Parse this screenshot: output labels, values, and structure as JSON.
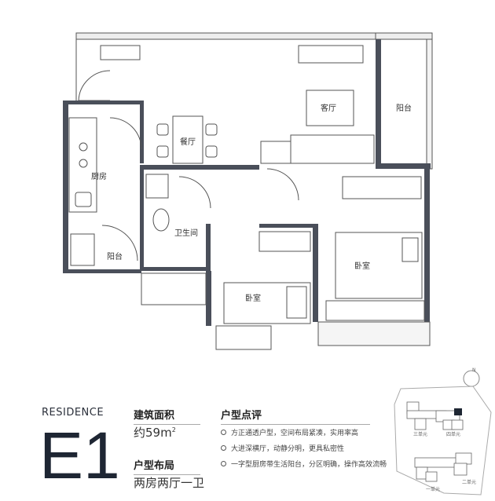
{
  "rooms": {
    "living": "客厅",
    "balcony_main": "阳台",
    "dining": "餐厅",
    "kitchen": "厨房",
    "bathroom": "卫生间",
    "balcony_kitchen": "阳台",
    "bedroom_master": "卧室",
    "bedroom_second": "卧室"
  },
  "residence_label": "RESIDENCE",
  "unit_code": "E1",
  "area": {
    "title": "建筑面积",
    "value": "约59m",
    "sup": "2"
  },
  "layout": {
    "title": "户型布局",
    "value": "两房两厅一卫"
  },
  "review": {
    "title": "户型点评",
    "points": [
      "方正通透户型，空间布局紧凑，实用率高",
      "大进深横厅，动静分明，更具私密性",
      "一字型厨房带生活阳台，分区明确，操作高效流畅"
    ]
  },
  "site_plan": {
    "north": "N",
    "units": [
      "三单元",
      "四单元",
      "一单元",
      "二单元"
    ]
  },
  "colors": {
    "wall": "#4a4f5a",
    "text": "#2a2f3a",
    "highlight": "#1e2633"
  }
}
